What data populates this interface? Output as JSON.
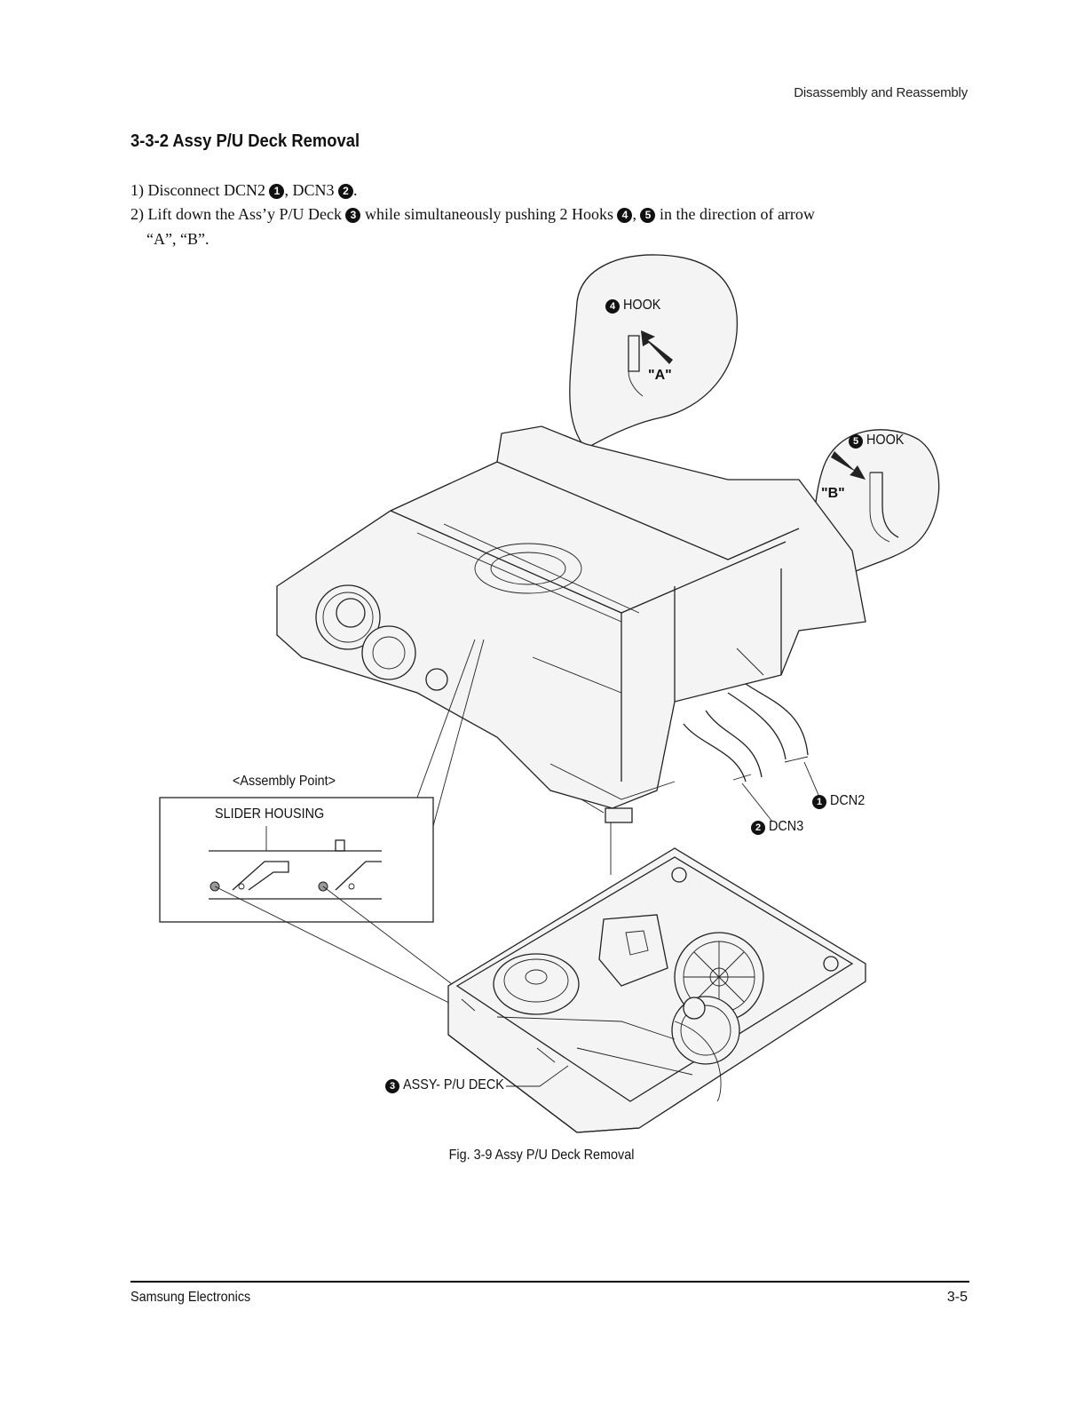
{
  "header": {
    "section": "Disassembly and Reassembly"
  },
  "heading": "3-3-2 Assy P/U Deck Removal",
  "steps": {
    "s1_prefix": "1) Disconnect DCN2",
    "s1_mid": ", DCN3",
    "s1_end": ".",
    "s2_prefix": "2) Lift down the Ass’y P/U Deck",
    "s2_mid": "while simultaneously pushing 2 Hooks",
    "s2_sep": ",",
    "s2_end": "in the direction of arrow",
    "s2_line2": "“A”, “B”."
  },
  "markers": {
    "m1": "1",
    "m2": "2",
    "m3": "3",
    "m4": "4",
    "m5": "5"
  },
  "figure": {
    "hook4_label": "HOOK",
    "hook5_label": "HOOK",
    "arrow_a": "\"A\"",
    "arrow_b": "\"B\"",
    "dcn2_label": "DCN2",
    "dcn3_label": "DCN3",
    "assembly_point": "<Assembly Point>",
    "slider_housing": "SLIDER HOUSING",
    "pu_deck_label": "ASSY- P/U DECK",
    "caption": "Fig. 3-9 Assy P/U Deck Removal"
  },
  "footer": {
    "company": "Samsung Electronics",
    "page": "3-5"
  }
}
